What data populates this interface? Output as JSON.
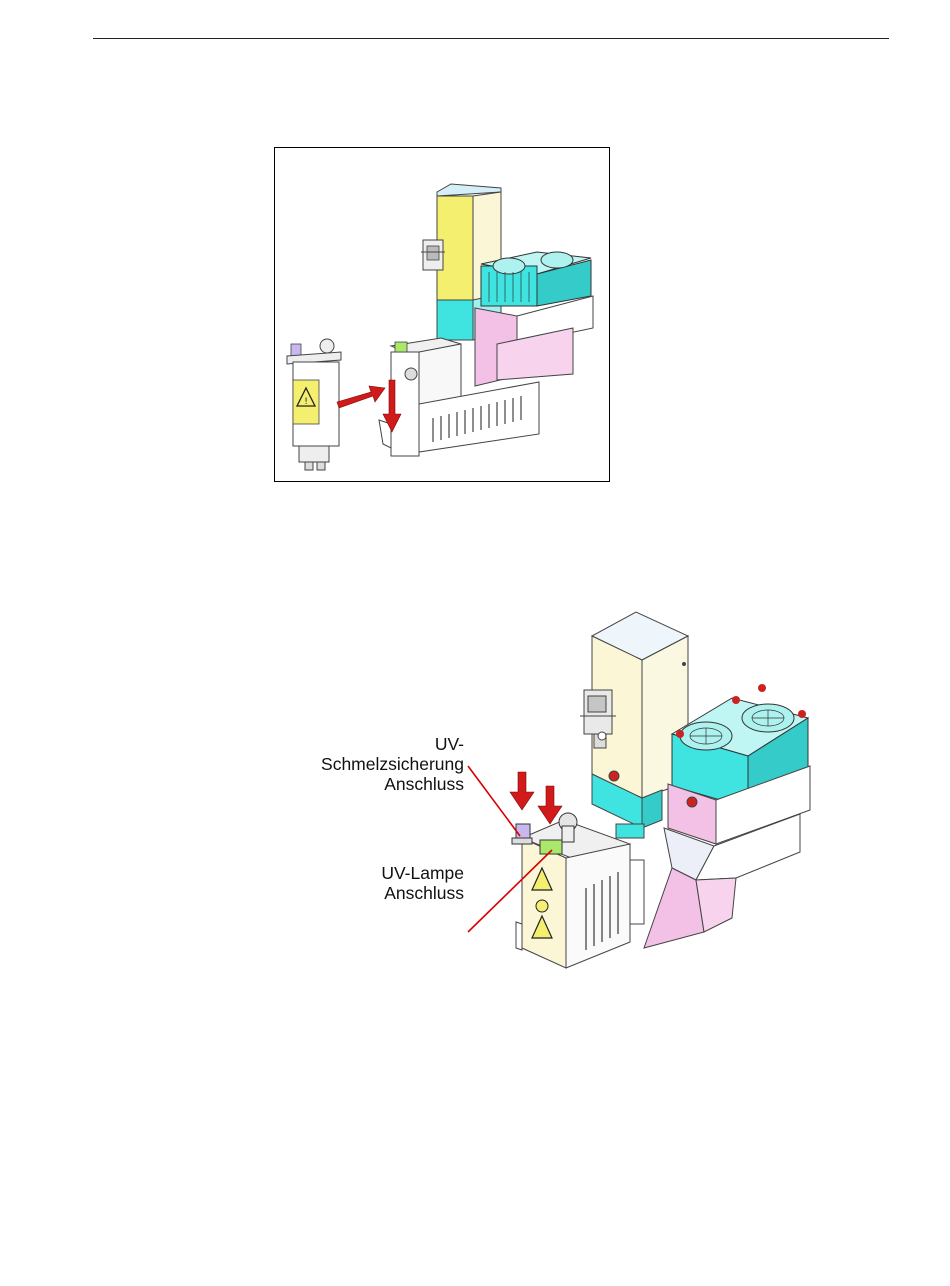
{
  "colors": {
    "accent_yellow": "#f5ef6f",
    "housing_cream": "#faf6d6",
    "cyan_fan": "#3fe3e0",
    "pink_duct": "#f3c1e6",
    "arrow_red": "#d11a1a",
    "callout_line": "#d80000"
  },
  "figure_1": {
    "icons": [
      "warning-triangle-icon",
      "arrow-right-icon",
      "arrow-down-icon",
      "fan-icon"
    ]
  },
  "figure_2": {
    "callouts": [
      {
        "lines": [
          "UV-",
          "Schmelzsicherung",
          "Anschluss"
        ]
      },
      {
        "lines": [
          "UV-Lampe",
          "Anschluss"
        ]
      }
    ],
    "icons": [
      "warning-triangle-icon",
      "arrow-down-icon",
      "fan-icon"
    ]
  }
}
